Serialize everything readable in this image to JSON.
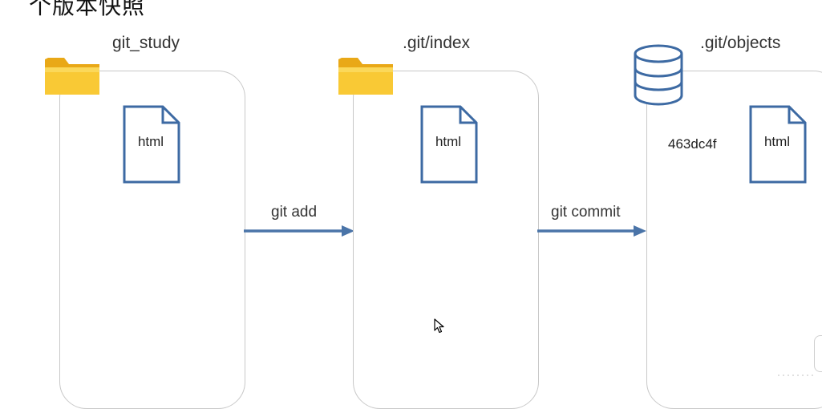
{
  "heading": "个版本快照",
  "panels": [
    {
      "label": "git_study",
      "icon": "folder-icon",
      "file_label": "html"
    },
    {
      "label": ".git/index",
      "icon": "folder-icon",
      "file_label": "html"
    },
    {
      "label": ".git/objects",
      "icon": "database-icon",
      "file_label": "html",
      "hash": "463dc4f"
    }
  ],
  "arrows": [
    {
      "label": "git add"
    },
    {
      "label": "git commit"
    }
  ],
  "colors": {
    "accent": "#4a74a8",
    "folder": "#f6c12e",
    "panel_border": "#c8c8c8"
  }
}
